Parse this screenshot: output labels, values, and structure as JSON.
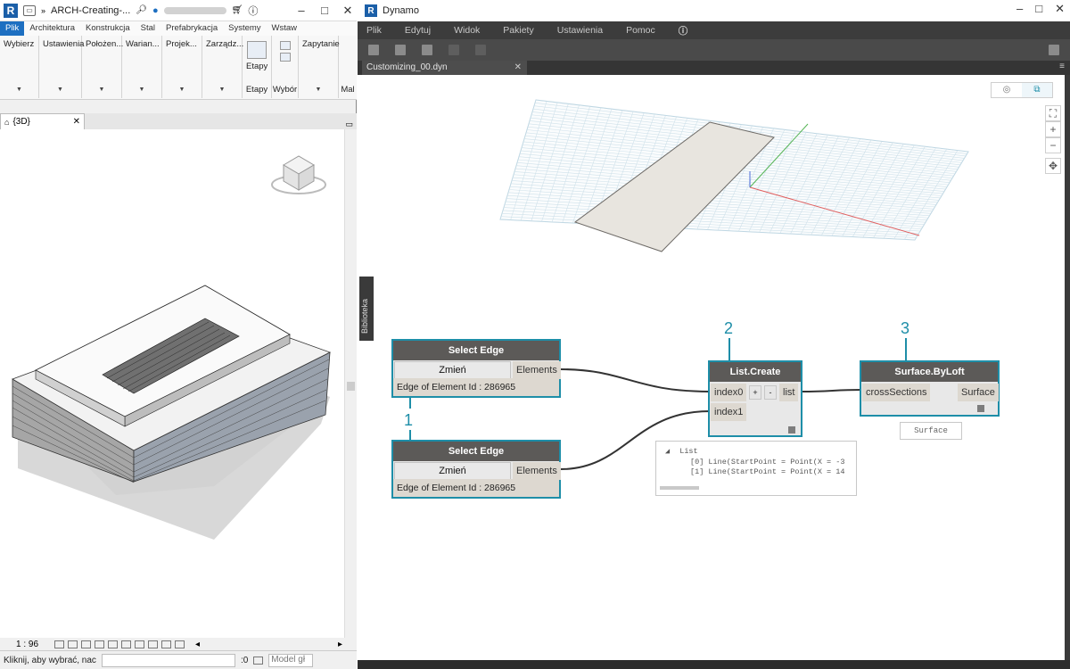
{
  "revit": {
    "logo": "R",
    "doc_title": "ARCH-Creating-...",
    "tabs": [
      "Plik",
      "Architektura",
      "Konstrukcja",
      "Stal",
      "Prefabrykacja",
      "Systemy",
      "Wstaw"
    ],
    "ribbon_groups": [
      "Wybierz",
      "Ustawienia",
      "Położen...",
      "Warian...",
      "Projek...",
      "Zarządz..."
    ],
    "ribbon_etapy": "Etapy",
    "ribbon_etapy_bottom": "Etapy",
    "ribbon_wybor": "Wybór",
    "ribbon_zapytanie": "Zapytanie",
    "ribbon_mal": "Mal",
    "view_tab": "{3D}",
    "scale": "1 : 96",
    "status_text": "Kliknij, aby wybrać, nac",
    "status_zero": ":0",
    "status_model": "Model gł"
  },
  "dynamo": {
    "logo": "R",
    "title": "Dynamo",
    "menu": [
      "Plik",
      "Edytuj",
      "Widok",
      "Pakiety",
      "Ustawienia",
      "Pomoc"
    ],
    "file_tab": "Customizing_00.dyn",
    "library": "Biblioteka",
    "nodes": {
      "select_edge_1": {
        "title": "Select Edge",
        "button": "Zmień",
        "output": "Elements",
        "footer": "Edge of Element Id : 286965"
      },
      "select_edge_2": {
        "title": "Select Edge",
        "button": "Zmień",
        "output": "Elements",
        "footer": "Edge of Element Id : 286965"
      },
      "list_create": {
        "title": "List.Create",
        "input0": "index0",
        "input1": "index1",
        "plus": "+",
        "minus": "-",
        "output": "list"
      },
      "surface_byloft": {
        "title": "Surface.ByLoft",
        "input": "crossSections",
        "output": "Surface"
      }
    },
    "watch": {
      "header": "List",
      "line0": "[0] Line(StartPoint = Point(X = -3",
      "line1": "[1] Line(StartPoint = Point(X = 14"
    },
    "preview_surface": "Surface",
    "step_labels": [
      "1",
      "2",
      "3"
    ],
    "colors": {
      "accent": "#1e8ea8",
      "menu_bg": "#3c3c3c",
      "node_header": "#5c5a58"
    }
  }
}
